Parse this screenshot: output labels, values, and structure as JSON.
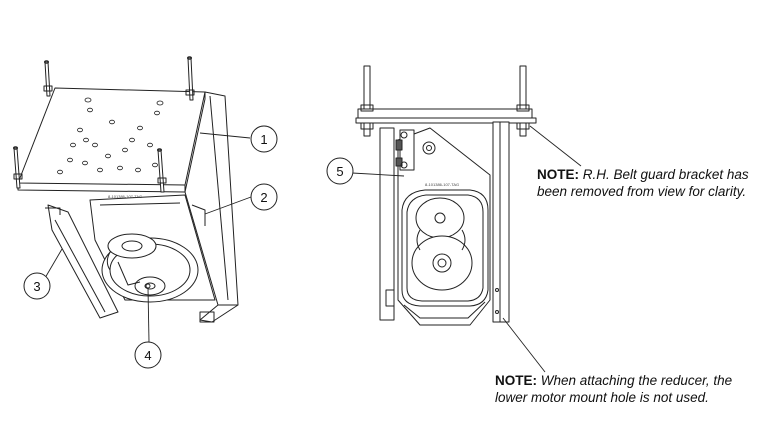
{
  "callouts": [
    "1",
    "2",
    "3",
    "4",
    "5"
  ],
  "notes": [
    {
      "label": "NOTE:",
      "line1": "R.H. Belt guard bracket has",
      "line2": "been removed from view for clarity."
    },
    {
      "label": "NOTE:",
      "line1": "When attaching the reducer, the",
      "line2": "lower motor mount hole is not used."
    }
  ],
  "part_tag": "8-101386-107-TAG"
}
